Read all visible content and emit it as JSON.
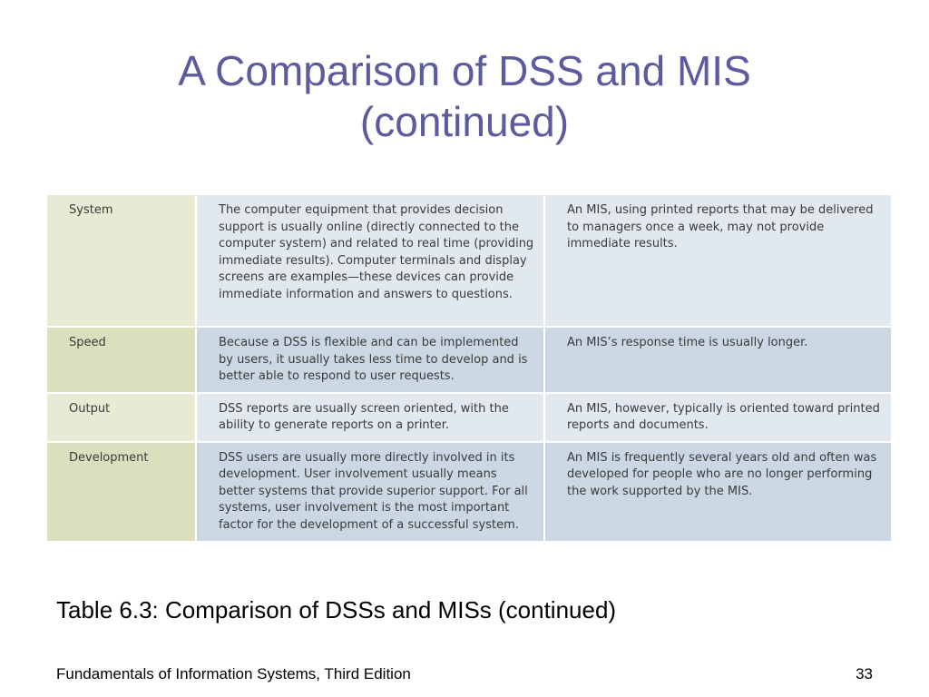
{
  "title": {
    "line1": "A Comparison of DSS and MIS",
    "line2": "(continued)"
  },
  "table": {
    "rows": [
      {
        "label": "System",
        "dss": "The computer equipment that provides decision support is usually online (directly connected to the computer system) and related to real time (providing immediate results). Computer terminals and display screens are examples—these devices can provide immediate information and answers to questions.",
        "mis": "An MIS, using printed reports that may be delivered to managers once a week, may not provide immediate results."
      },
      {
        "label": "Speed",
        "dss": "Because a DSS is flexible and can be implemented by users, it usually takes less time to develop and is better able to respond to user requests.",
        "mis": "An MIS’s response time is usually longer."
      },
      {
        "label": "Output",
        "dss": "DSS reports are usually screen oriented, with the ability to generate reports on a printer.",
        "mis": "An MIS, however, typically is oriented toward printed reports and documents."
      },
      {
        "label": "Development",
        "dss": "DSS users are usually more directly involved in its development. User involvement usually means better systems that provide superior support. For all systems, user involvement is the most important factor for the development of a successful system.",
        "mis": "An MIS is frequently several years old and often was developed for people who are no longer performing the work supported by the MIS."
      }
    ]
  },
  "caption": "Table 6.3: Comparison of DSSs and MISs (continued)",
  "footer": {
    "text": "Fundamentals of Information Systems, Third Edition",
    "page_number": "33"
  },
  "colors": {
    "title": "#5b5b9d",
    "label_bg": "#e9ead4",
    "cell_light": "#e1e8ee",
    "cell_dark": "#cbd8e3"
  }
}
